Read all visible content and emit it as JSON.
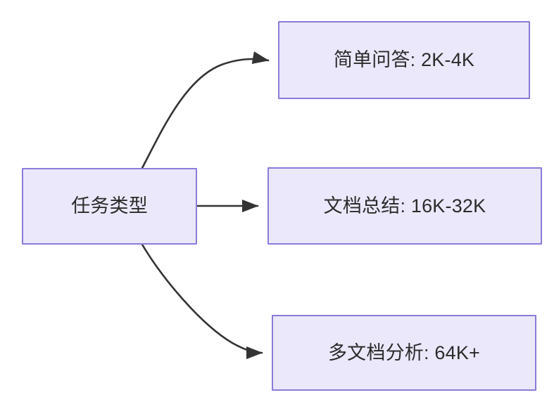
{
  "diagram": {
    "type": "flowchart",
    "direction": "left-to-right",
    "background_color": "#ffffff",
    "node_fill_color": "#ebe8fb",
    "node_border_color": "#8a7bdb",
    "node_text_color": "#2b2b2b",
    "edge_color": "#333333",
    "nodes": {
      "root": {
        "label": "任务类型"
      },
      "simple_qa": {
        "label": "简单问答: 2K-4K"
      },
      "doc_summary": {
        "label": "文档总结: 16K-32K"
      },
      "multi_doc": {
        "label": "多文档分析: 64K+"
      }
    },
    "edges": [
      {
        "name": "edge-root-to-simple-qa",
        "from": "root",
        "to": "simple_qa",
        "style": "curved",
        "arrowhead": "filled-triangle"
      },
      {
        "name": "edge-root-to-doc-summary",
        "from": "root",
        "to": "doc_summary",
        "style": "straight",
        "arrowhead": "filled-triangle"
      },
      {
        "name": "edge-root-to-multi-doc",
        "from": "root",
        "to": "multi_doc",
        "style": "curved",
        "arrowhead": "filled-triangle"
      }
    ]
  }
}
